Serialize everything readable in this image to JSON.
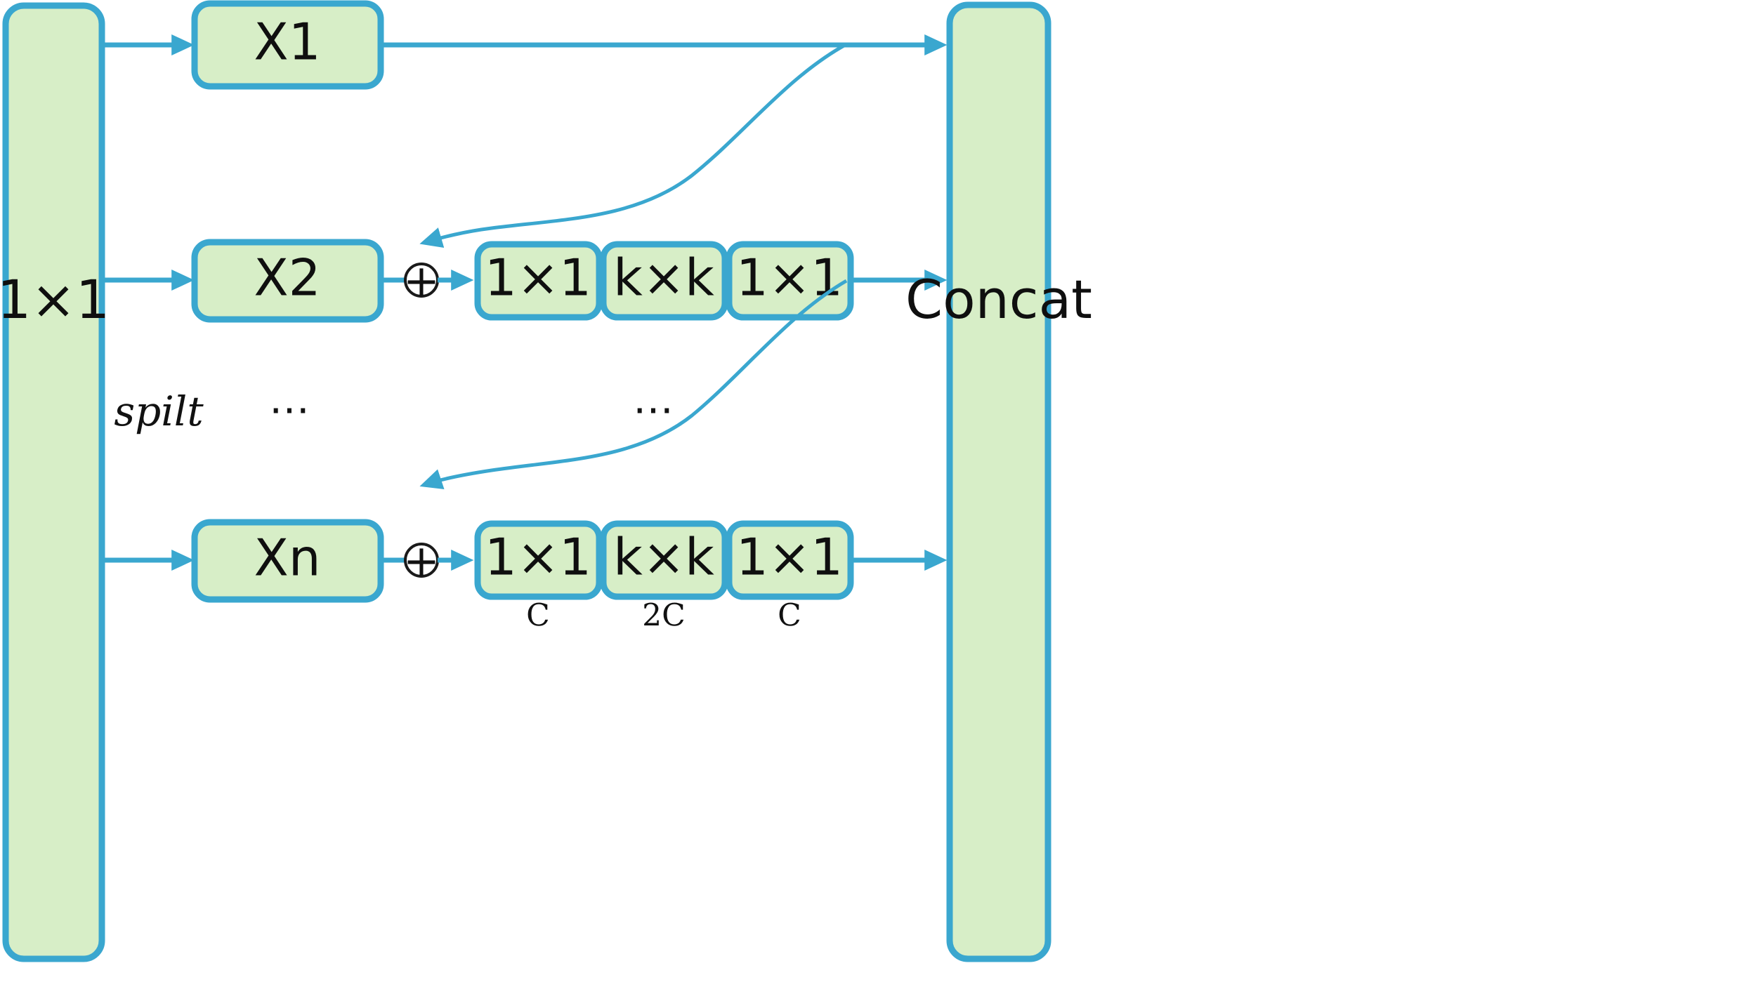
{
  "diagram": {
    "title": "Split-transform-concat residual block",
    "colors": {
      "node_fill": "#d7eec7",
      "node_stroke": "#3aa7cf",
      "edge": "#3aa7cf",
      "text": "#111111",
      "background": "#ffffff",
      "add_circle_fill": "#ffffff",
      "add_circle_stroke": "#1a1a1a"
    },
    "split_block": {
      "label": "1×1"
    },
    "concat_block": {
      "label": "Concat"
    },
    "split_annotation": "spilt",
    "ellipsis_left": "⋯",
    "ellipsis_right": "⋯",
    "add_symbol": "+",
    "branches": [
      {
        "name": "branch-1",
        "split_label": "X1",
        "has_add": false,
        "convs": []
      },
      {
        "name": "branch-2",
        "split_label": "X2",
        "has_add": true,
        "convs": [
          {
            "label": "1×1",
            "channels": ""
          },
          {
            "label": "k×k",
            "channels": ""
          },
          {
            "label": "1×1",
            "channels": ""
          }
        ]
      },
      {
        "name": "branch-n",
        "split_label": "Xn",
        "has_add": true,
        "convs": [
          {
            "label": "1×1",
            "channels": "C"
          },
          {
            "label": "k×k",
            "channels": "2C"
          },
          {
            "label": "1×1",
            "channels": "C"
          }
        ]
      }
    ]
  }
}
